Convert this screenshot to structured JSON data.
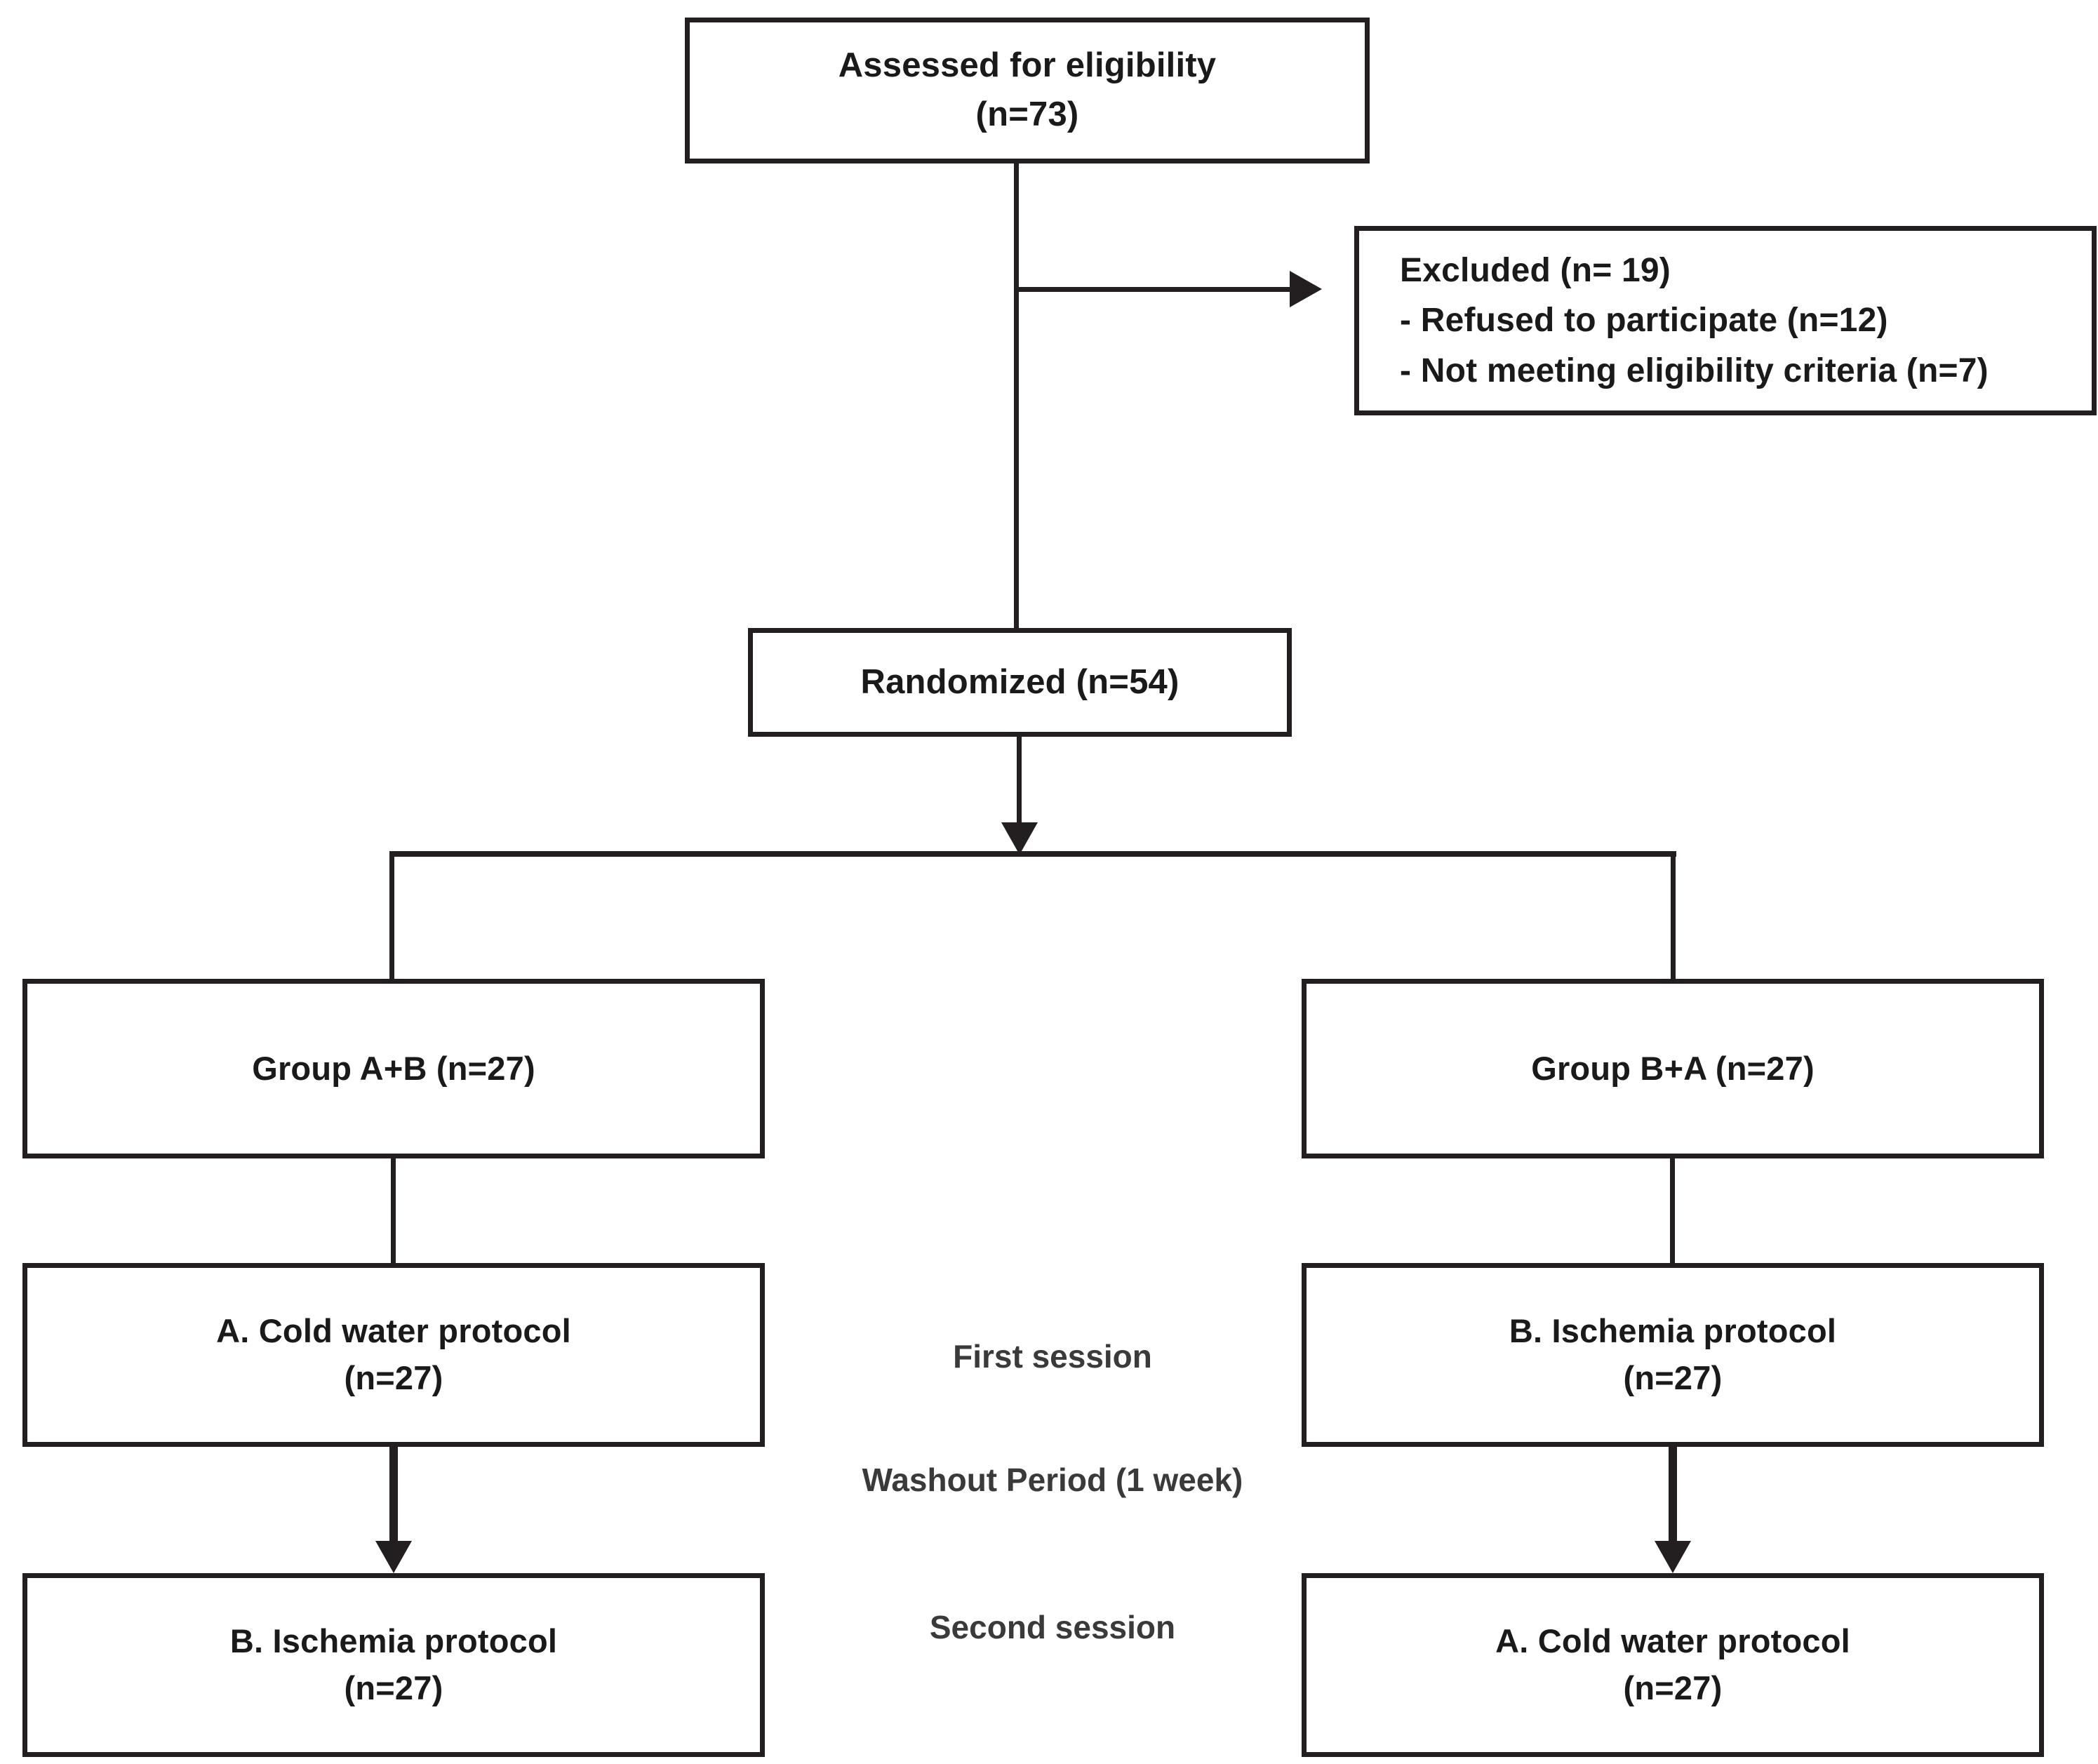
{
  "diagram": {
    "type": "consort-flow-diagram",
    "nodes": {
      "eligibility": {
        "line1": "Assessed for eligibility",
        "line2": "(n=73)"
      },
      "excluded": {
        "line1": "Excluded (n= 19)",
        "line2": "- Refused to participate (n=12)",
        "line3": "- Not meeting eligibility criteria (n=7)"
      },
      "randomized": {
        "line1": "Randomized (n=54)"
      },
      "group_ab": {
        "line1": "Group A+B (n=27)"
      },
      "group_ba": {
        "line1": "Group B+A (n=27)"
      },
      "left_first": {
        "line1": "A. Cold water protocol",
        "line2": "(n=27)"
      },
      "right_first": {
        "line1": "B. Ischemia protocol",
        "line2": "(n=27)"
      },
      "left_second": {
        "line1": "B. Ischemia protocol",
        "line2": "(n=27)"
      },
      "right_second": {
        "line1": "A. Cold water protocol",
        "line2": "(n=27)"
      }
    },
    "session_labels": {
      "first_session": "First session",
      "washout_line1": "Washout Period",
      "washout_line2": "(1 week)",
      "second_session": "Second session"
    },
    "counts": {
      "assessed": 73,
      "excluded_total": 19,
      "excluded_refused": 12,
      "excluded_not_meeting": 7,
      "randomized": 54,
      "group_ab": 27,
      "group_ba": 27
    },
    "colors": {
      "line": "#231f20",
      "text": "#1a1a1a",
      "session_text": "#3a3a3a",
      "background": "#ffffff"
    }
  }
}
